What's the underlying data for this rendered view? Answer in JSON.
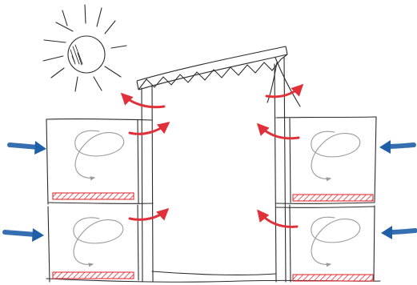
{
  "colors": {
    "background": "#ffffff",
    "pencil": "#2b2b2b",
    "warm_airflow_arrow": "#e0313a",
    "fresh_air_arrow": "#1f5fa8",
    "circulation_swirl": "#9a9a9a",
    "floor_heater_hatch": "#e0313a"
  },
  "diagram": {
    "elements": {
      "sun": "sun-icon",
      "roof": "trussed-roof",
      "atrium": "central-atrium",
      "rooms": "room-units",
      "warm_arrows": "warm-airflow-arrows",
      "fresh_arrows": "fresh-air-arrows",
      "swirls": "circulation-swirls",
      "heaters": "floor-heaters"
    },
    "room_count": 4,
    "fresh_air_inlets": 4,
    "warm_outflows": 6
  }
}
